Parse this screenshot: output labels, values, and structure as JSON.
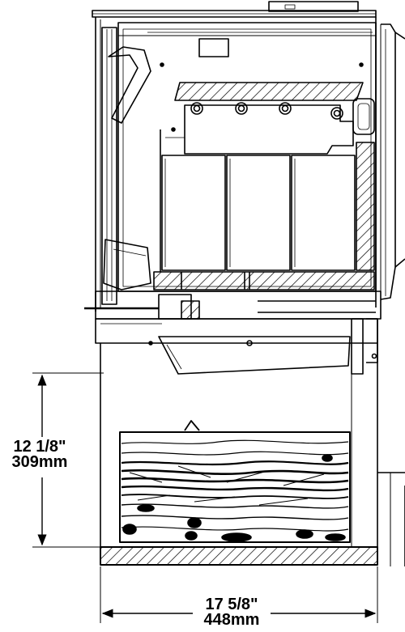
{
  "drawing": {
    "vertical_dimension": {
      "imperial": "12 1/8\"",
      "metric": "309mm"
    },
    "horizontal_dimension": {
      "imperial": "17 5/8\"",
      "metric": "448mm"
    }
  }
}
